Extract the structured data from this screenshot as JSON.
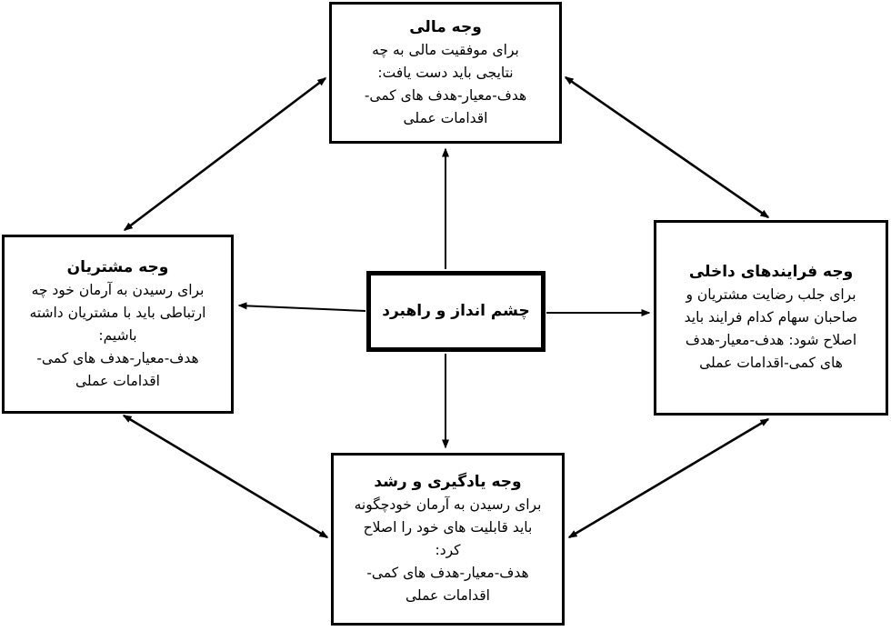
{
  "diagram": {
    "kind": "balanced-scorecard",
    "colors": {
      "line": "#000000",
      "background": "#ffffff",
      "box_background": "#ffffff",
      "text": "#000000"
    },
    "center": {
      "title": "چشم انداز و راهبرد"
    },
    "nodes": {
      "financial": {
        "title": "وجه مالی",
        "body": "برای موفقیت مالی به چه\nنتایجی باید دست یافت:\nهدف-معیار-هدف های کمی-\nاقدامات عملی"
      },
      "customers": {
        "title": "وجه مشتریان",
        "body": "برای رسیدن به آرمان خود چه\nارتباطی باید با مشتریان داشته\nباشیم:\nهدف-معیار-هدف های کمی-\nاقدامات عملی"
      },
      "internal": {
        "title": "وجه فرایندهای داخلی",
        "body": "برای جلب رضایت مشتریان و\nصاحبان سهام کدام فرایند باید\nاصلاح شود: هدف-معیار-هدف\nهای کمی-اقدامات عملی"
      },
      "learning": {
        "title": "وجه یادگیری و رشد",
        "body": "برای رسیدن به آرمان خودچگونه\nباید قابلیت های خود را اصلاح\nکرد:\nهدف-معیار-هدف های کمی-\nاقدامات عملی"
      }
    }
  }
}
